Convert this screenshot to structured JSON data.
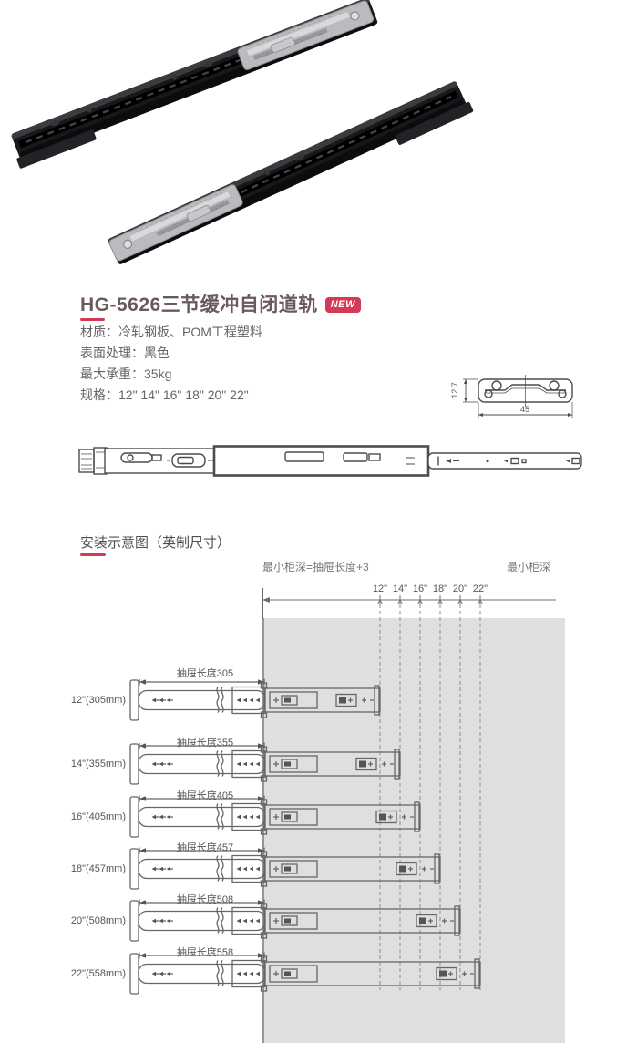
{
  "product": {
    "title": "HG-5626三节缓冲自闭道轨",
    "badge": "NEW",
    "specs": [
      "材质：冷轧钢板、POM工程塑料",
      "表面处理：黑色",
      "最大承重：35kg",
      "规格：12\" 14\" 16\" 18\" 20\" 22\""
    ]
  },
  "cross_section": {
    "height_label": "12.7",
    "width_label": "45"
  },
  "install": {
    "section_title": "安装示意图（英制尺寸）",
    "note_left": "最小柜深=抽屉长度+3",
    "note_right": "最小柜深",
    "scale_sizes": [
      "12\"",
      "14\"",
      "16\"",
      "18\"",
      "20\"",
      "22\""
    ],
    "rows": [
      {
        "label": "12\"(305mm)",
        "dim": "抽屉长度305"
      },
      {
        "label": "14\"(355mm)",
        "dim": "抽屉长度355"
      },
      {
        "label": "16\"(405mm)",
        "dim": "抽屉长度405"
      },
      {
        "label": "18\"(457mm)",
        "dim": "抽屉长度457"
      },
      {
        "label": "20\"(508mm)",
        "dim": "抽屉长度508"
      },
      {
        "label": "22\"(558mm)",
        "dim": "抽屉长度558"
      }
    ]
  },
  "colors": {
    "accent": "#d23a55",
    "cabinet_gray": "#dfdfdd",
    "diagram_line": "#6e6e6e"
  }
}
